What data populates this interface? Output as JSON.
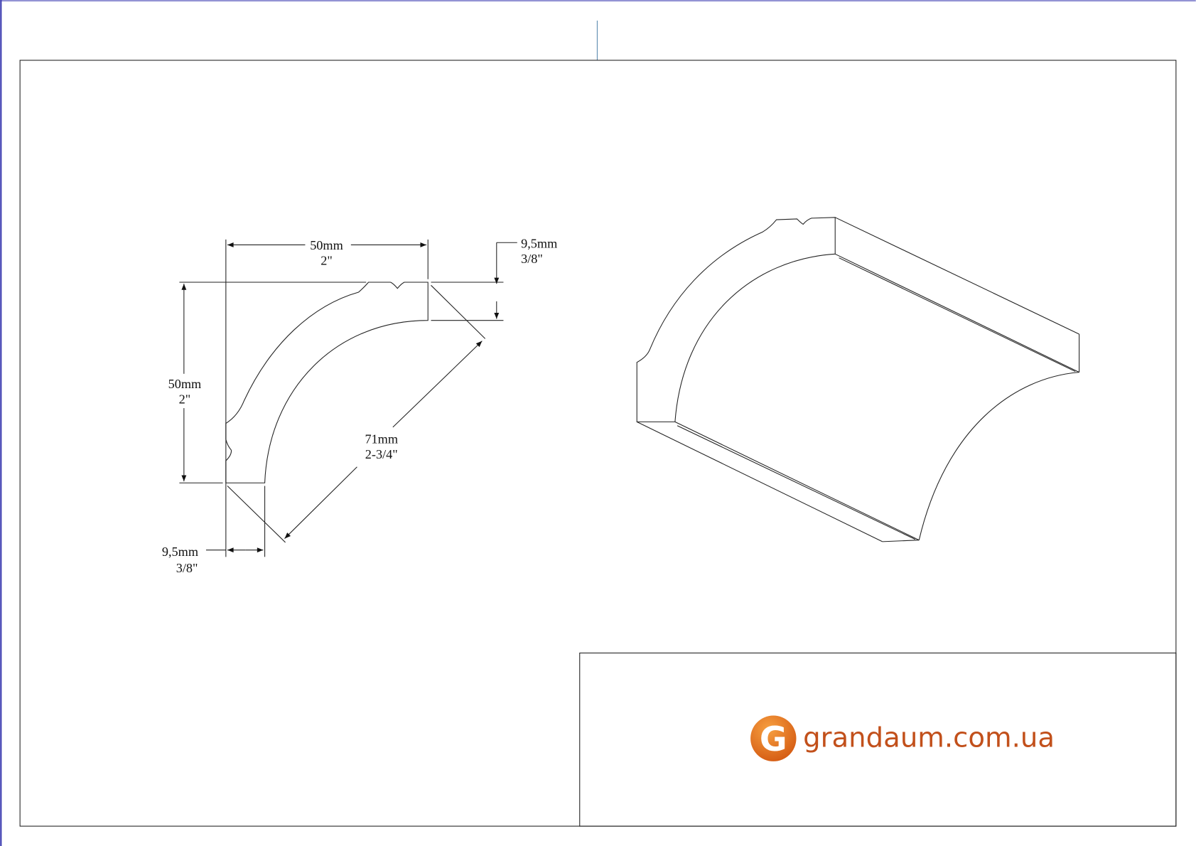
{
  "drawing": {
    "dims": {
      "top_width_mm": "50mm",
      "top_width_in": "2\"",
      "height_mm": "50mm",
      "height_in": "2\"",
      "top_thick_mm": "9,5mm",
      "top_thick_in": "3/8\"",
      "diag_mm": "71mm",
      "diag_in": "2-3/4\"",
      "bottom_thick_mm": "9,5mm",
      "bottom_thick_in": "3/8\""
    }
  },
  "logo": {
    "letter": "G",
    "text": "grandaum.com.ua",
    "color": "#c2501b",
    "accent": "#f08a2a"
  },
  "colors": {
    "page_border": "#3a3ab0",
    "center_mark": "#5a8ab0"
  }
}
